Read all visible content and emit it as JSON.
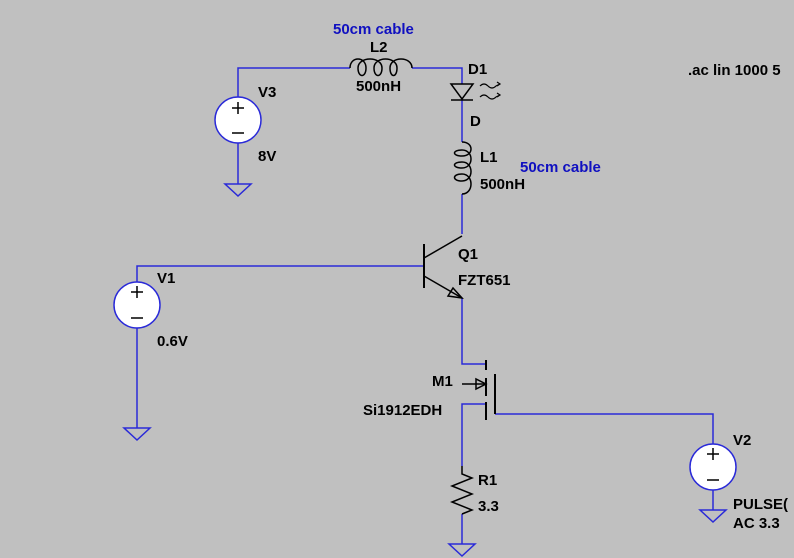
{
  "schematic": {
    "directive": ".ac lin 1000 5",
    "v3": {
      "name": "V3",
      "value": "8V"
    },
    "v1": {
      "name": "V1",
      "value": "0.6V"
    },
    "v2": {
      "name": "V2",
      "value_line1": "PULSE(",
      "value_line2": "AC 3.3"
    },
    "l2": {
      "name": "L2",
      "value": "500nH",
      "note": "50cm cable"
    },
    "l1": {
      "name": "L1",
      "value": "500nH",
      "note": "50cm cable"
    },
    "d1": {
      "name": "D1",
      "value": "D"
    },
    "q1": {
      "name": "Q1",
      "value": "FZT651"
    },
    "m1": {
      "name": "M1",
      "value": "Si1912EDH"
    },
    "r1": {
      "name": "R1",
      "value": "3.3"
    },
    "colors": {
      "background": "#c0c0c0",
      "wire": "#2a2ad8",
      "annotation": "#1010c0"
    }
  }
}
